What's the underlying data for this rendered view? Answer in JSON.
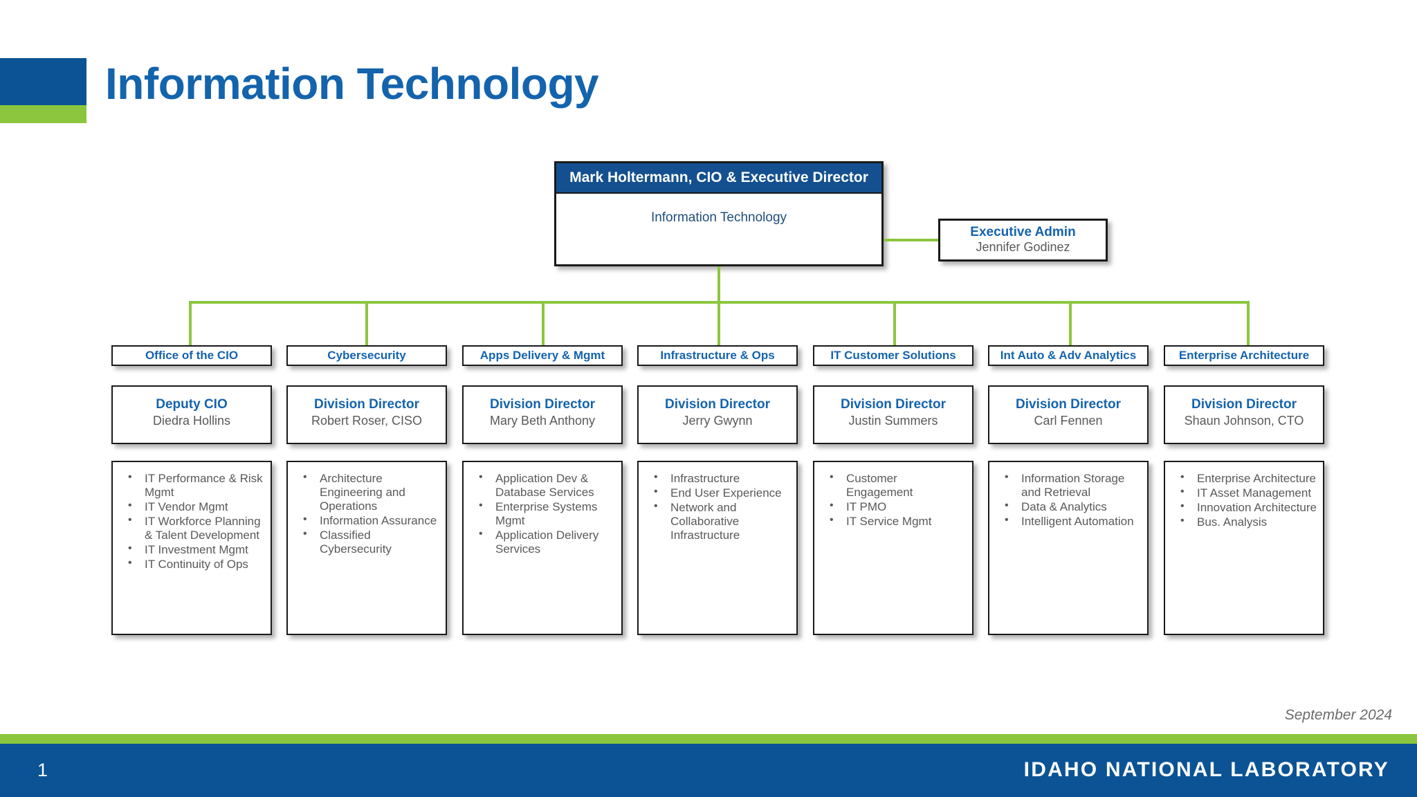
{
  "slide": {
    "title": "Information Technology",
    "date": "September 2024",
    "page_number": "1",
    "organization": "IDAHO NATIONAL LABORATORY",
    "colors": {
      "brand_blue": "#0b5394",
      "title_blue": "#1463ad",
      "accent_green": "#8cc63e",
      "header_blue": "#14508f",
      "body_gray": "#595959"
    }
  },
  "org_chart": {
    "root": {
      "header": "Mark Holtermann, CIO & Executive Director",
      "body": "Information Technology"
    },
    "assistant": {
      "title": "Executive Admin",
      "name": "Jennifer Godinez"
    },
    "departments": [
      {
        "header": "Office of the CIO",
        "role": "Deputy CIO",
        "name": "Diedra Hollins",
        "functions": [
          "IT Performance & Risk Mgmt",
          "IT Vendor Mgmt",
          "IT Workforce Planning & Talent Development",
          "IT Investment Mgmt",
          "IT Continuity of Ops"
        ]
      },
      {
        "header": "Cybersecurity",
        "role": "Division Director",
        "name": "Robert Roser, CISO",
        "functions": [
          "Architecture Engineering and Operations",
          "Information Assurance",
          "Classified Cybersecurity"
        ]
      },
      {
        "header": "Apps Delivery & Mgmt",
        "role": "Division Director",
        "name": "Mary Beth Anthony",
        "functions": [
          "Application Dev & Database Services",
          "Enterprise Systems Mgmt",
          "Application Delivery Services"
        ]
      },
      {
        "header": "Infrastructure & Ops",
        "role": "Division Director",
        "name": "Jerry Gwynn",
        "functions": [
          "Infrastructure",
          "End User Experience",
          "Network and Collaborative Infrastructure"
        ]
      },
      {
        "header": "IT Customer Solutions",
        "role": "Division Director",
        "name": "Justin Summers",
        "functions": [
          "Customer Engagement",
          "IT PMO",
          "IT Service Mgmt"
        ]
      },
      {
        "header": "Int Auto & Adv Analytics",
        "role": "Division Director",
        "name": "Carl Fennen",
        "functions": [
          "Information Storage and Retrieval",
          "Data & Analytics",
          "Intelligent Automation"
        ]
      },
      {
        "header": "Enterprise Architecture",
        "role": "Division Director",
        "name": "Shaun Johnson, CTO",
        "functions": [
          "Enterprise Architecture",
          "IT Asset Management",
          "Innovation Architecture",
          "Bus. Analysis"
        ]
      }
    ]
  }
}
